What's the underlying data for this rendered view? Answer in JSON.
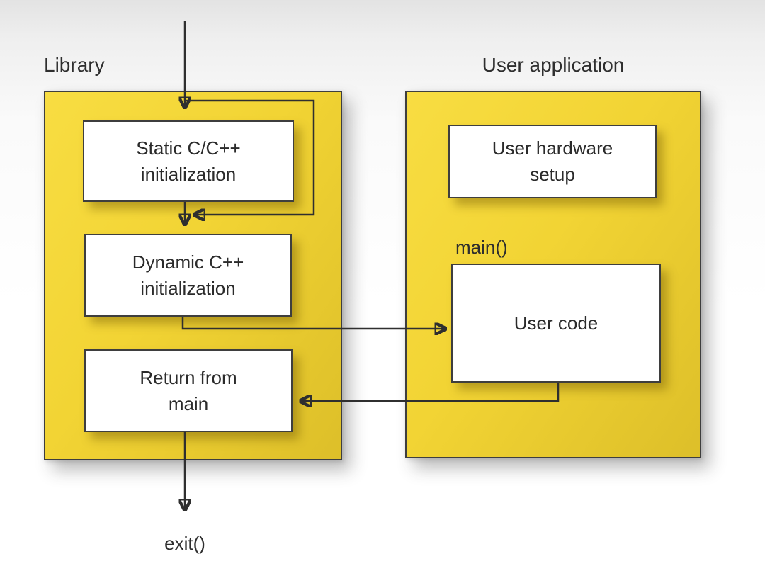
{
  "diagram": {
    "library": {
      "title": "Library",
      "nodes": {
        "static_init": "Static C/C++\ninitialization",
        "dynamic_init": "Dynamic C++\ninitialization",
        "return_main": "Return from\nmain"
      }
    },
    "user_application": {
      "title": "User application",
      "main_annotation": "main()",
      "nodes": {
        "hardware_setup": "User hardware\nsetup",
        "user_code": "User code"
      }
    },
    "exit_label": "exit()",
    "arrows": [
      {
        "id": "entry-arrow",
        "description": "entry from top into Static C/C++ initialization"
      },
      {
        "id": "static-init-loop-arrow",
        "description": "loop from entry line around Static C/C++ initialization back to its output line"
      },
      {
        "id": "static-to-dynamic-arrow",
        "description": "Static C/C++ initialization to Dynamic C++ initialization"
      },
      {
        "id": "dynamic-to-usercode-arrow",
        "description": "Dynamic C++ initialization to User code"
      },
      {
        "id": "usercode-to-return-arrow",
        "description": "User code to Return from main"
      },
      {
        "id": "return-to-exit-arrow",
        "description": "Return from main down to exit()"
      }
    ],
    "colors": {
      "panel_yellow": "#f2d434",
      "panel_yellow_light": "#f8dd42",
      "panel_yellow_dark": "#ddbf29",
      "border": "#3e3e3e",
      "arrow": "#2f2f2f",
      "node_bg": "#ffffff"
    }
  }
}
